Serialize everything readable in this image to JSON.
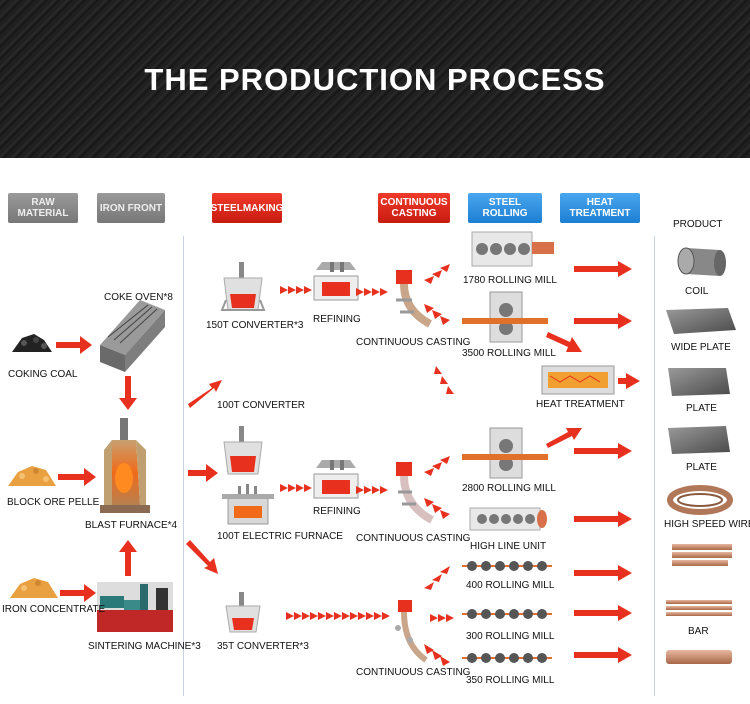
{
  "title": "THE PRODUCTION PROCESS",
  "headers": {
    "raw_material": "RAW MATERIAL",
    "iron_front": "IRON FRONT",
    "steelmaking": "STEELMAKING",
    "continuous_casting": "CONTINUOUS CASTING",
    "steel_rolling": "STEEL ROLLING",
    "heat_treatment": "HEAT TREATMENT",
    "product": "PRODUCT"
  },
  "labels": {
    "coking_coal": "COKING COAL",
    "coke_oven": "COKE OVEN*8",
    "block_ore": "BLOCK ORE PELLE",
    "blast_furnace": "BLAST FURNACE*4",
    "iron_concentrate": "IRON CONCENTRATE",
    "sintering_machine": "SINTERING MACHINE*3",
    "converter_150": "150T CONVERTER*3",
    "converter_100": "100T CONVERTER",
    "electric_furnace": "100T  ELECTRIC FURNACE",
    "converter_35": "35T CONVERTER*3",
    "refining_1": "REFINING",
    "refining_2": "REFINING",
    "casting_1": "CONTINUOUS CASTING",
    "casting_2": "CONTINUOUS CASTING",
    "casting_3": "CONTINUOUS CASTING",
    "mill_1780": "1780 ROLLING MILL",
    "mill_3500": "3500 ROLLING MILL",
    "heat_treatment": "HEAT TREATMENT",
    "mill_2800": "2800 ROLLING MILL",
    "high_line": "HIGH LINE UNIT",
    "mill_400": "400 ROLLING MILL",
    "mill_300": "300 ROLLING MILL",
    "mill_350": "350 ROLLING MILL"
  },
  "products": {
    "coil": "COIL",
    "wide_plate": "WIDE PLATE",
    "plate_1": "PLATE",
    "plate_2": "PLATE",
    "high_speed_wire": "HIGH SPEED WIRE",
    "bar": "BAR"
  },
  "colors": {
    "arrow_red": "#e8301e",
    "header_red": "#d8261a",
    "header_blue": "#2a8ce0",
    "header_gray": "#888888",
    "ore_orange": "#e8a040",
    "molten": "#f05020"
  }
}
